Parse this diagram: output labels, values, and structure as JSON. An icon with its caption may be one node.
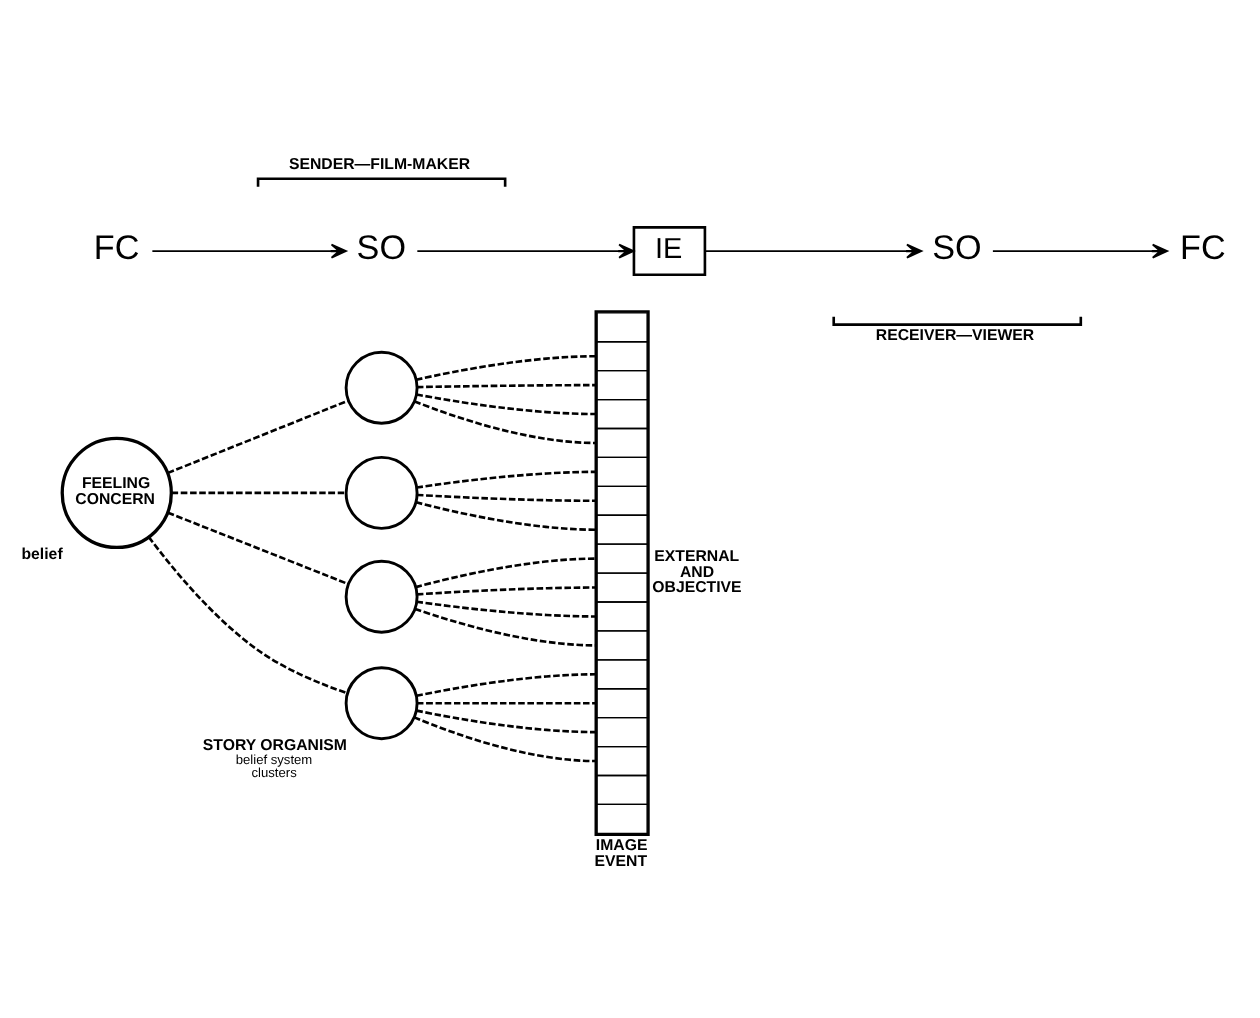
{
  "diagram": {
    "nodes": [
      {
        "text": [
          "FC"
        ]
      },
      {
        "text": [
          "SO"
        ]
      },
      {
        "text": [
          "IE"
        ]
      },
      {
        "text": [
          "SO"
        ]
      },
      {
        "text": [
          "FC"
        ]
      },
      {
        "text": [
          "FEELING CONCERN"
        ],
        "beside": [
          "belief"
        ]
      },
      {
        "text": [],
        "shape": "circle"
      },
      {
        "text": [],
        "shape": "circle"
      },
      {
        "text": [],
        "shape": "circle"
      },
      {
        "text": [],
        "shape": "circle",
        "beside": [
          "STORY ORGANISM",
          "belief system clusters"
        ]
      },
      {
        "text": [
          "IMAGE EVENT"
        ],
        "beside": [
          "EXTERNAL AND OBJECTIVE"
        ]
      }
    ],
    "edges": [
      {
        "from": 0,
        "to": 1,
        "arrow": "to"
      },
      {
        "from": 1,
        "to": 2,
        "arrow": "to"
      },
      {
        "from": 2,
        "to": 3,
        "arrow": "to"
      },
      {
        "from": 3,
        "to": 4,
        "arrow": "to"
      },
      {
        "from": 5,
        "to": 6,
        "arrow": "none",
        "style": "dashed"
      },
      {
        "from": 5,
        "to": 7,
        "arrow": "none",
        "style": "dashed"
      },
      {
        "from": 5,
        "to": 8,
        "arrow": "none",
        "style": "dashed"
      },
      {
        "from": 5,
        "to": 9,
        "arrow": "none",
        "style": "dashed"
      },
      {
        "from": 6,
        "to": 10,
        "arrow": "none",
        "style": "dashed"
      },
      {
        "from": 6,
        "to": 10,
        "arrow": "none",
        "style": "dashed"
      },
      {
        "from": 6,
        "to": 10,
        "arrow": "none",
        "style": "dashed"
      },
      {
        "from": 6,
        "to": 10,
        "arrow": "none",
        "style": "dashed"
      },
      {
        "from": 7,
        "to": 10,
        "arrow": "none",
        "style": "dashed"
      },
      {
        "from": 7,
        "to": 10,
        "arrow": "none",
        "style": "dashed"
      },
      {
        "from": 7,
        "to": 10,
        "arrow": "none",
        "style": "dashed"
      },
      {
        "from": 8,
        "to": 10,
        "arrow": "none",
        "style": "dashed"
      },
      {
        "from": 8,
        "to": 10,
        "arrow": "none",
        "style": "dashed"
      },
      {
        "from": 8,
        "to": 10,
        "arrow": "none",
        "style": "dashed"
      },
      {
        "from": 8,
        "to": 10,
        "arrow": "none",
        "style": "dashed"
      },
      {
        "from": 9,
        "to": 10,
        "arrow": "none",
        "style": "dashed"
      },
      {
        "from": 9,
        "to": 10,
        "arrow": "none",
        "style": "dashed"
      },
      {
        "from": 9,
        "to": 10,
        "arrow": "none",
        "style": "dashed"
      },
      {
        "from": 9,
        "to": 10,
        "arrow": "none",
        "style": "dashed"
      }
    ],
    "labels": [
      "SENDER—FILM-MAKER",
      "RECEIVER—VIEWER"
    ]
  }
}
